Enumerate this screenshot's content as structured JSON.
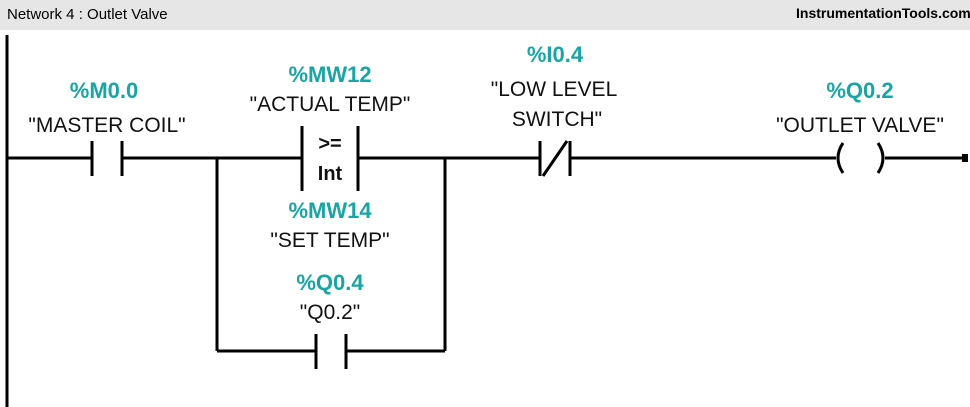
{
  "header": {
    "network_title": "Network 4 : Outlet Valve",
    "watermark": "InstrumentationTools.com"
  },
  "colors": {
    "address": "#1aa4a4",
    "wire": "#000000",
    "header_bg": "#e6e6e6"
  },
  "rung": {
    "master_coil": {
      "address": "%M0.0",
      "symbol": "\"MASTER COIL\"",
      "type": "normally-open-contact"
    },
    "compare": {
      "type": "compare-greater-equal",
      "operator": ">=",
      "datatype": "Int",
      "in1_address": "%MW12",
      "in1_symbol": "\"ACTUAL TEMP\"",
      "in2_address": "%MW14",
      "in2_symbol": "\"SET TEMP\""
    },
    "seal_in": {
      "address": "%Q0.4",
      "symbol": "\"Q0.2\"",
      "type": "normally-open-contact"
    },
    "low_level_switch": {
      "address": "%I0.4",
      "symbol_line1": "\"LOW LEVEL",
      "symbol_line2": "SWITCH\"",
      "type": "normally-closed-contact"
    },
    "outlet_valve": {
      "address": "%Q0.2",
      "symbol": "\"OUTLET VALVE\"",
      "type": "output-coil"
    }
  }
}
